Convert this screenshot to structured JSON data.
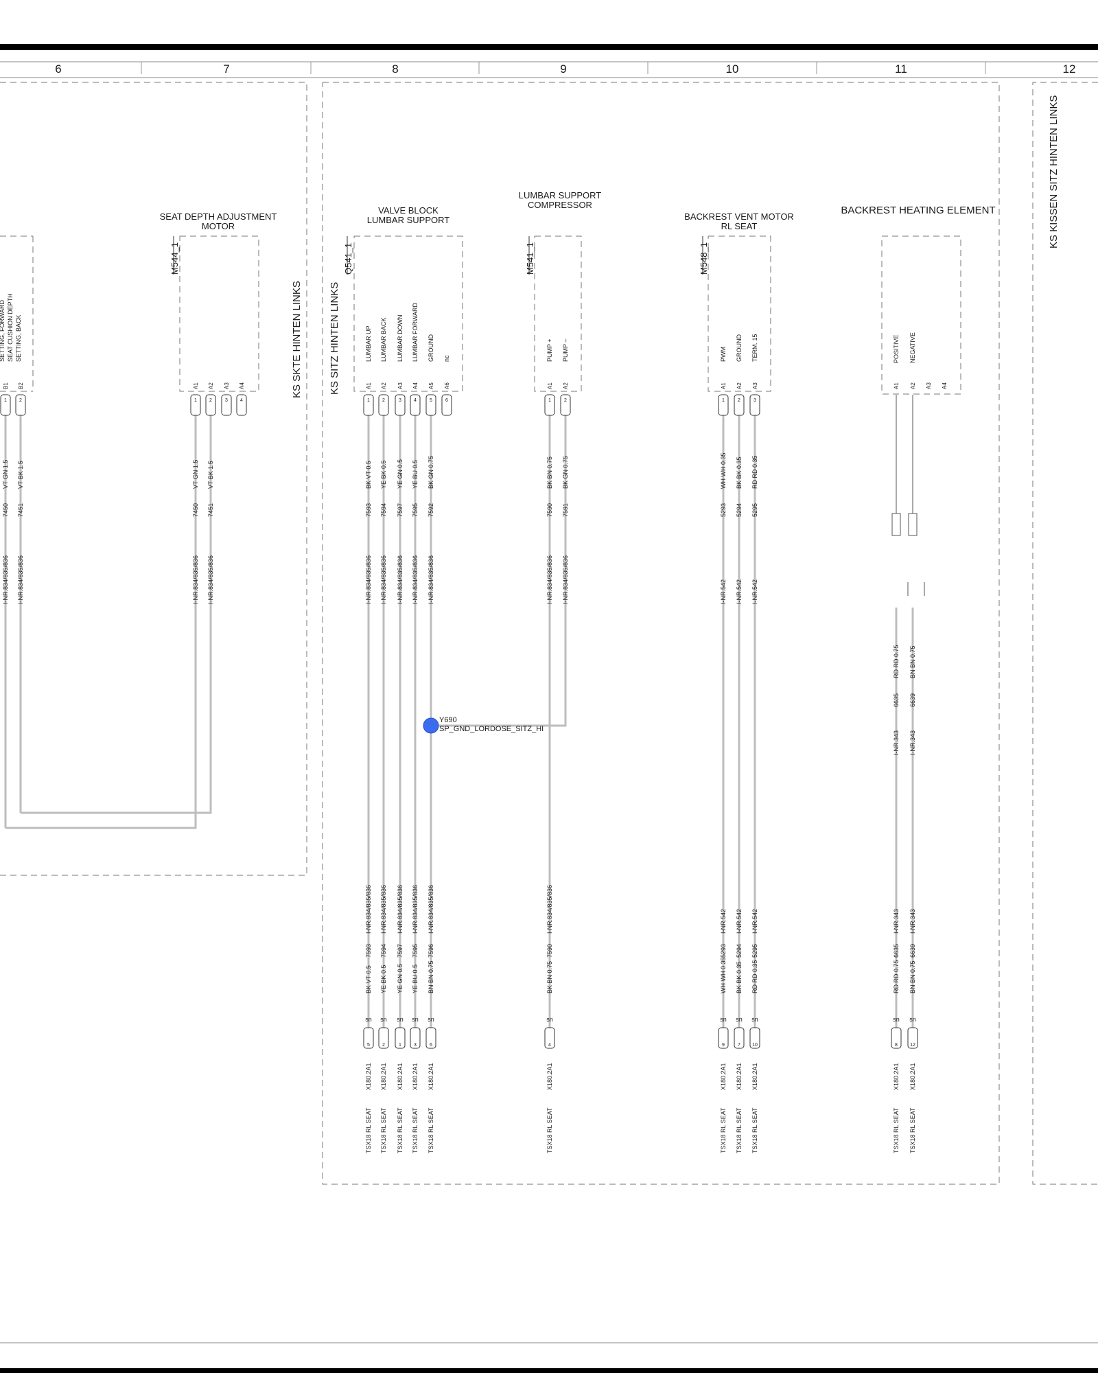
{
  "columns": [
    "6",
    "7",
    "8",
    "9",
    "10",
    "11",
    "12"
  ],
  "zones": {
    "z7": "KS SKTE HINTEN LINKS",
    "z8": "KS SITZ HINTEN LINKS",
    "z12": "KS KISSEN SITZ HINTEN LINKS"
  },
  "components": {
    "left": {
      "functions": [
        "SETTING, FORWARD",
        "SEAT CUSHION DEPTH",
        "SETTING, BACK"
      ],
      "pins": [
        "B1",
        "B2"
      ],
      "cavities": [
        "1",
        "2"
      ],
      "wires": [
        {
          "nr": "I-NR.834/835/836",
          "id": "7450",
          "color": "VT GN 1.5"
        },
        {
          "nr": "I-NR.834/835/836",
          "id": "7451",
          "color": "VT BK 1.5"
        }
      ]
    },
    "m544": {
      "title": "SEAT DEPTH ADJUSTMENT",
      "title2": "MOTOR",
      "code": "M544_1",
      "pins": [
        "A1",
        "A2",
        "A3",
        "A4"
      ],
      "cavities": [
        "1",
        "2",
        "3",
        "4"
      ],
      "wires": [
        {
          "nr": "I-NR.834/835/836",
          "id": "7450",
          "color": "VT GN 1.5"
        },
        {
          "nr": "I-NR.834/835/836",
          "id": "7451",
          "color": "VT BK 1.5"
        }
      ]
    },
    "q541": {
      "title": "VALVE BLOCK",
      "title2": "LUMBAR SUPPORT",
      "code": "Q541_1",
      "functions": [
        "LUMBAR UP",
        "LUMBAR BACK",
        "LUMBAR DOWN",
        "LUMBAR FORWARD",
        "GROUND",
        "nc"
      ],
      "pins": [
        "A1",
        "A2",
        "A3",
        "A4",
        "A5",
        "A6"
      ],
      "cavities": [
        "1",
        "2",
        "3",
        "4",
        "5",
        "6"
      ],
      "wires_top": [
        {
          "nr": "I-NR.834/835/836",
          "id": "7593",
          "color": "BK VT 0.5"
        },
        {
          "nr": "I-NR.834/835/836",
          "id": "7594",
          "color": "YE BK 0.5"
        },
        {
          "nr": "I-NR.834/835/836",
          "id": "7597",
          "color": "YE GN 0.5"
        },
        {
          "nr": "I-NR.834/835/836",
          "id": "7595",
          "color": "YE BU 0.5"
        },
        {
          "nr": "I-NR.834/835/836",
          "id": "7592",
          "color": "BK GN 0.75"
        }
      ],
      "wires_bottom": [
        {
          "nr": "I-NR.834/835/836",
          "id": "7593",
          "color": "BK VT 0.5"
        },
        {
          "nr": "I-NR.834/835/836",
          "id": "7594",
          "color": "YE BK 0.5"
        },
        {
          "nr": "I-NR.834/835/836",
          "id": "7597",
          "color": "YE GN 0.5"
        },
        {
          "nr": "I-NR.834/835/836",
          "id": "7595",
          "color": "YE BU 0.5"
        },
        {
          "nr": "I-NR.834/835/836",
          "id": "7596",
          "color": "BN BN 0.75"
        }
      ],
      "plug_cavities": [
        "5",
        "2",
        "1",
        "3",
        "6"
      ]
    },
    "m541": {
      "title": "LUMBAR SUPPORT",
      "title2": "COMPRESSOR",
      "code": "M541_1",
      "functions": [
        "PUMP +",
        "PUMP –"
      ],
      "pins": [
        "A1",
        "A2"
      ],
      "cavities": [
        "1",
        "2"
      ],
      "wires_top": [
        {
          "nr": "I-NR.834/835/836",
          "id": "7590",
          "color": "BK BN 0.75"
        },
        {
          "nr": "I-NR.834/835/836",
          "id": "7591",
          "color": "BK GN 0.75"
        }
      ],
      "wires_bottom": [
        {
          "nr": "I-NR.834/835/836",
          "id": "7590",
          "color": "BK BN 0.75"
        }
      ],
      "plug_cavities": [
        "4"
      ]
    },
    "m548": {
      "title": "BACKREST VENT MOTOR",
      "title2": "RL SEAT",
      "code": "M548_1",
      "functions": [
        "PWM",
        "GROUND",
        "TERM. 15"
      ],
      "pins": [
        "A1",
        "A2",
        "A3"
      ],
      "cavities": [
        "1",
        "2",
        "3"
      ],
      "wires_top": [
        {
          "nr": "I-NR.542",
          "id": "5293",
          "color": "WH WH 0.35"
        },
        {
          "nr": "I-NR.542",
          "id": "5294",
          "color": "BK BK 0.35"
        },
        {
          "nr": "I-NR.542",
          "id": "5295",
          "color": "RD RD 0.35"
        }
      ],
      "wires_bottom": [
        {
          "nr": "I-NR.542",
          "id": "5293",
          "color": "WH WH 0.35"
        },
        {
          "nr": "I-NR.542",
          "id": "5294",
          "color": "BK BK 0.35"
        },
        {
          "nr": "I-NR.542",
          "id": "5295",
          "color": "RD RD 0.35"
        }
      ],
      "plug_cavities": [
        "9",
        "7",
        "10"
      ]
    },
    "heating": {
      "title": "BACKREST HEATING ELEMENT",
      "functions": [
        "POSITIVE",
        "NEGATIVE"
      ],
      "pins": [
        "A1",
        "A2",
        "A3",
        "A4"
      ],
      "wires_top": [
        {
          "nr": "I-NR.343",
          "id": "6635",
          "color": "RD RD 0.75"
        },
        {
          "nr": "I-NR.343",
          "id": "6639",
          "color": "BN BN 0.75"
        }
      ],
      "wires_bottom": [
        {
          "nr": "I-NR.343",
          "id": "6635",
          "color": "RD RD 0.75"
        },
        {
          "nr": "I-NR.343",
          "id": "6639",
          "color": "BN BN 0.75"
        }
      ],
      "plug_cavities": [
        "8",
        "12"
      ]
    }
  },
  "splice": {
    "code": "Y690",
    "name": "SP_GND_LORDOSE_SITZ_HI"
  },
  "connector": {
    "name": "TSX18 RL SEAT",
    "code": "X180.2A1",
    "shield": "sn"
  },
  "colors": {
    "wire": "#bdbdbd",
    "line": "#333333",
    "dash": "#777777",
    "splice": "#3b6cf0"
  }
}
